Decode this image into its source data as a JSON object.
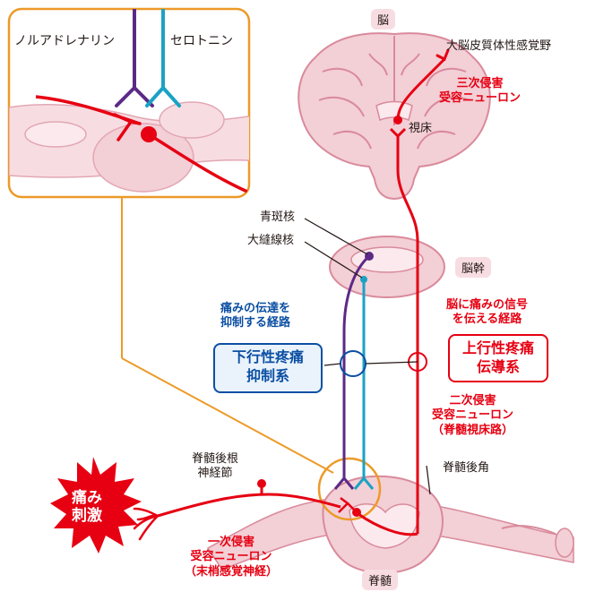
{
  "labels": {
    "brain": "脳",
    "cortex": "大脳皮質体性感覚野",
    "third_neuron": [
      "三次侵害",
      "受容ニューロン"
    ],
    "thalamus": "視床",
    "locus": "青斑核",
    "raphe": "大縫線核",
    "brainstem": "脳幹",
    "ascending_path": [
      "脳に痛みの信号",
      "を伝える経路"
    ],
    "ascending_system": [
      "上行性疼痛",
      "伝導系"
    ],
    "descending_path": [
      "痛みの伝達を",
      "抑制する経路"
    ],
    "descending_system": [
      "下行性疼痛",
      "抑制系"
    ],
    "second_neuron": [
      "二次侵害",
      "受容ニューロン",
      "（脊髄視床路）"
    ],
    "drg": [
      "脊髄後根",
      "神経節"
    ],
    "dorsal_horn": "脊髄後角",
    "pain": [
      "痛み",
      "刺激"
    ],
    "first_neuron": [
      "一次侵害",
      "受容ニューロン",
      "（末梢感覚神経）"
    ],
    "spinal_cord": "脊髄",
    "noradrenaline": "ノルアドレナリン",
    "serotonin": "セロトニン"
  },
  "colors": {
    "red": "#e60012",
    "purple": "#5b2a86",
    "cyan": "#1aa2c4",
    "orange": "#ec9a28",
    "tissue": "#f3cfd6",
    "blue": "#0b4fa3"
  }
}
